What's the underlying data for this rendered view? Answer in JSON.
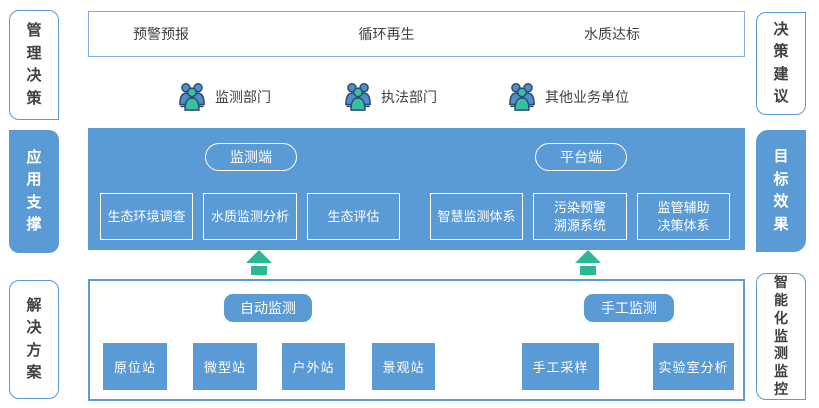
{
  "colors": {
    "primary_blue": "#5B9BD5",
    "light_border_blue": "#7FACD9",
    "teal_green": "#2EB795",
    "figure_blue": "#4E8FCB",
    "figure_outline": "#2B4B72",
    "text_dark": "#3F3F3F",
    "white": "#FFFFFF"
  },
  "left_labels": [
    {
      "text": "管理决策",
      "style": "outline"
    },
    {
      "text": "应用支撑",
      "style": "filled"
    },
    {
      "text": "解决方案",
      "style": "outline"
    }
  ],
  "right_labels": [
    {
      "text": "决策建议",
      "style": "outline"
    },
    {
      "text": "目标效果",
      "style": "filled"
    },
    {
      "text": "智能化监测监控",
      "style": "outline"
    }
  ],
  "top_band": {
    "goals": [
      "预警预报",
      "循环再生",
      "水质达标"
    ],
    "departments": [
      {
        "icon": "people-group-icon",
        "label": "监测部门"
      },
      {
        "icon": "people-group-icon",
        "label": "执法部门"
      },
      {
        "icon": "people-group-icon",
        "label": "其他业务单位"
      }
    ]
  },
  "middle_band": {
    "groups": [
      {
        "pill": "监测端",
        "boxes": [
          "生态环境调查",
          "水质监测分析",
          "生态评估"
        ]
      },
      {
        "pill": "平台端",
        "boxes": [
          "智慧监测体系",
          "污染预警\n溯源系统",
          "监管辅助\n决策体系"
        ]
      }
    ]
  },
  "bottom_band": {
    "groups": [
      {
        "pill": "自动监测",
        "boxes": [
          "原位站",
          "微型站",
          "户外站",
          "景观站"
        ]
      },
      {
        "pill": "手工监测",
        "boxes": [
          "手工采样",
          "实验室分析"
        ]
      }
    ]
  }
}
